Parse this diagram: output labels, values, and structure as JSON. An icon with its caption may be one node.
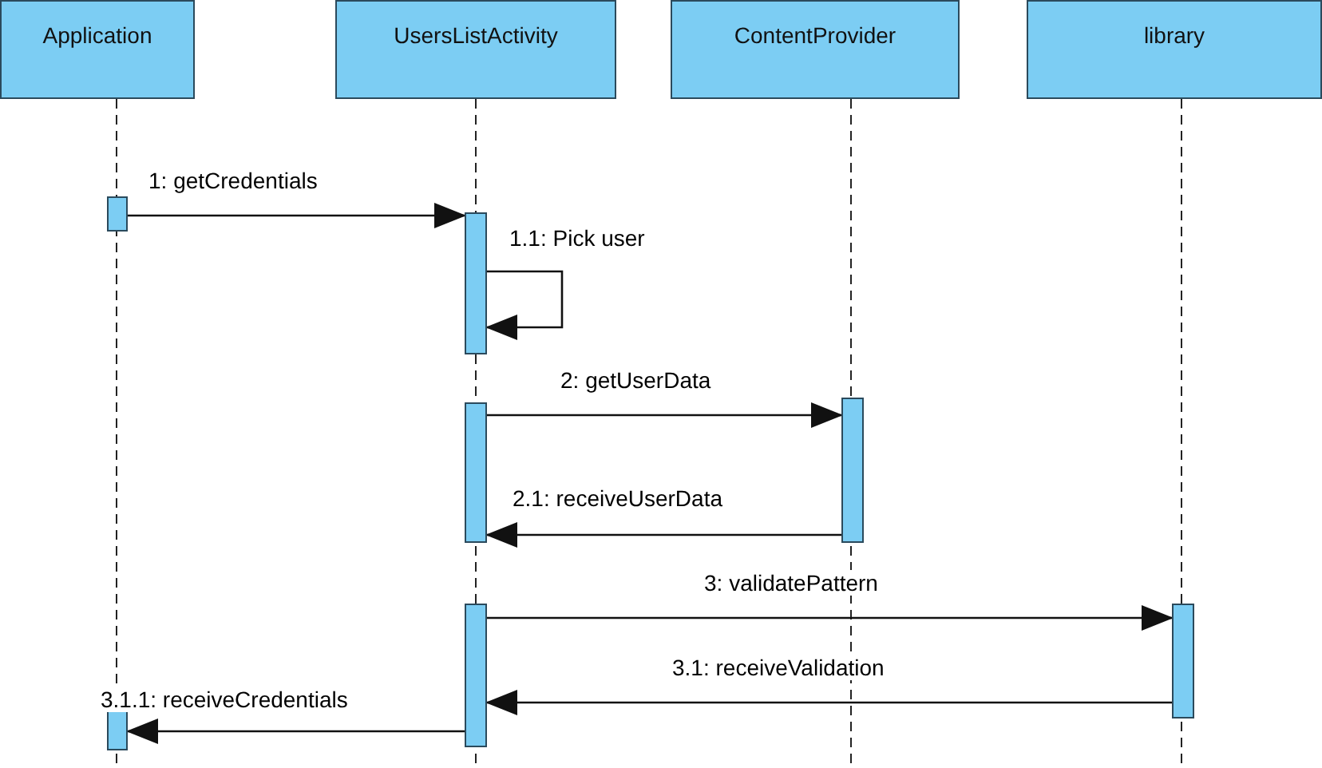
{
  "diagram": {
    "nodes": [
      {
        "text": [
          "Application"
        ]
      },
      {
        "text": [
          "UsersListActivity"
        ]
      },
      {
        "text": [
          "ContentProvider"
        ]
      },
      {
        "text": [
          "library"
        ]
      },
      {
        "text": [],
        "shape": "bar"
      },
      {
        "text": [],
        "shape": "bar"
      },
      {
        "text": [],
        "shape": "bar"
      },
      {
        "text": [],
        "shape": "bar"
      },
      {
        "text": [],
        "shape": "bar"
      },
      {
        "text": [],
        "shape": "bar"
      },
      {
        "text": [],
        "shape": "bar"
      }
    ],
    "edges": [
      {
        "from": 4,
        "to": 5,
        "arrow": "to",
        "label": "1: getCredentials"
      },
      {
        "from": 5,
        "to": 5,
        "arrow": "to",
        "label": "1.1: Pick user"
      },
      {
        "from": 6,
        "to": 7,
        "arrow": "to",
        "label": "2: getUserData"
      },
      {
        "from": 7,
        "to": 6,
        "arrow": "to",
        "label": "2.1: receiveUserData"
      },
      {
        "from": 8,
        "to": 9,
        "arrow": "to",
        "label": "3: validatePattern"
      },
      {
        "from": 9,
        "to": 8,
        "arrow": "to",
        "label": "3.1: receiveValidation"
      },
      {
        "from": 8,
        "to": 10,
        "arrow": "to",
        "label": "3.1.1: receiveCredentials"
      }
    ]
  }
}
